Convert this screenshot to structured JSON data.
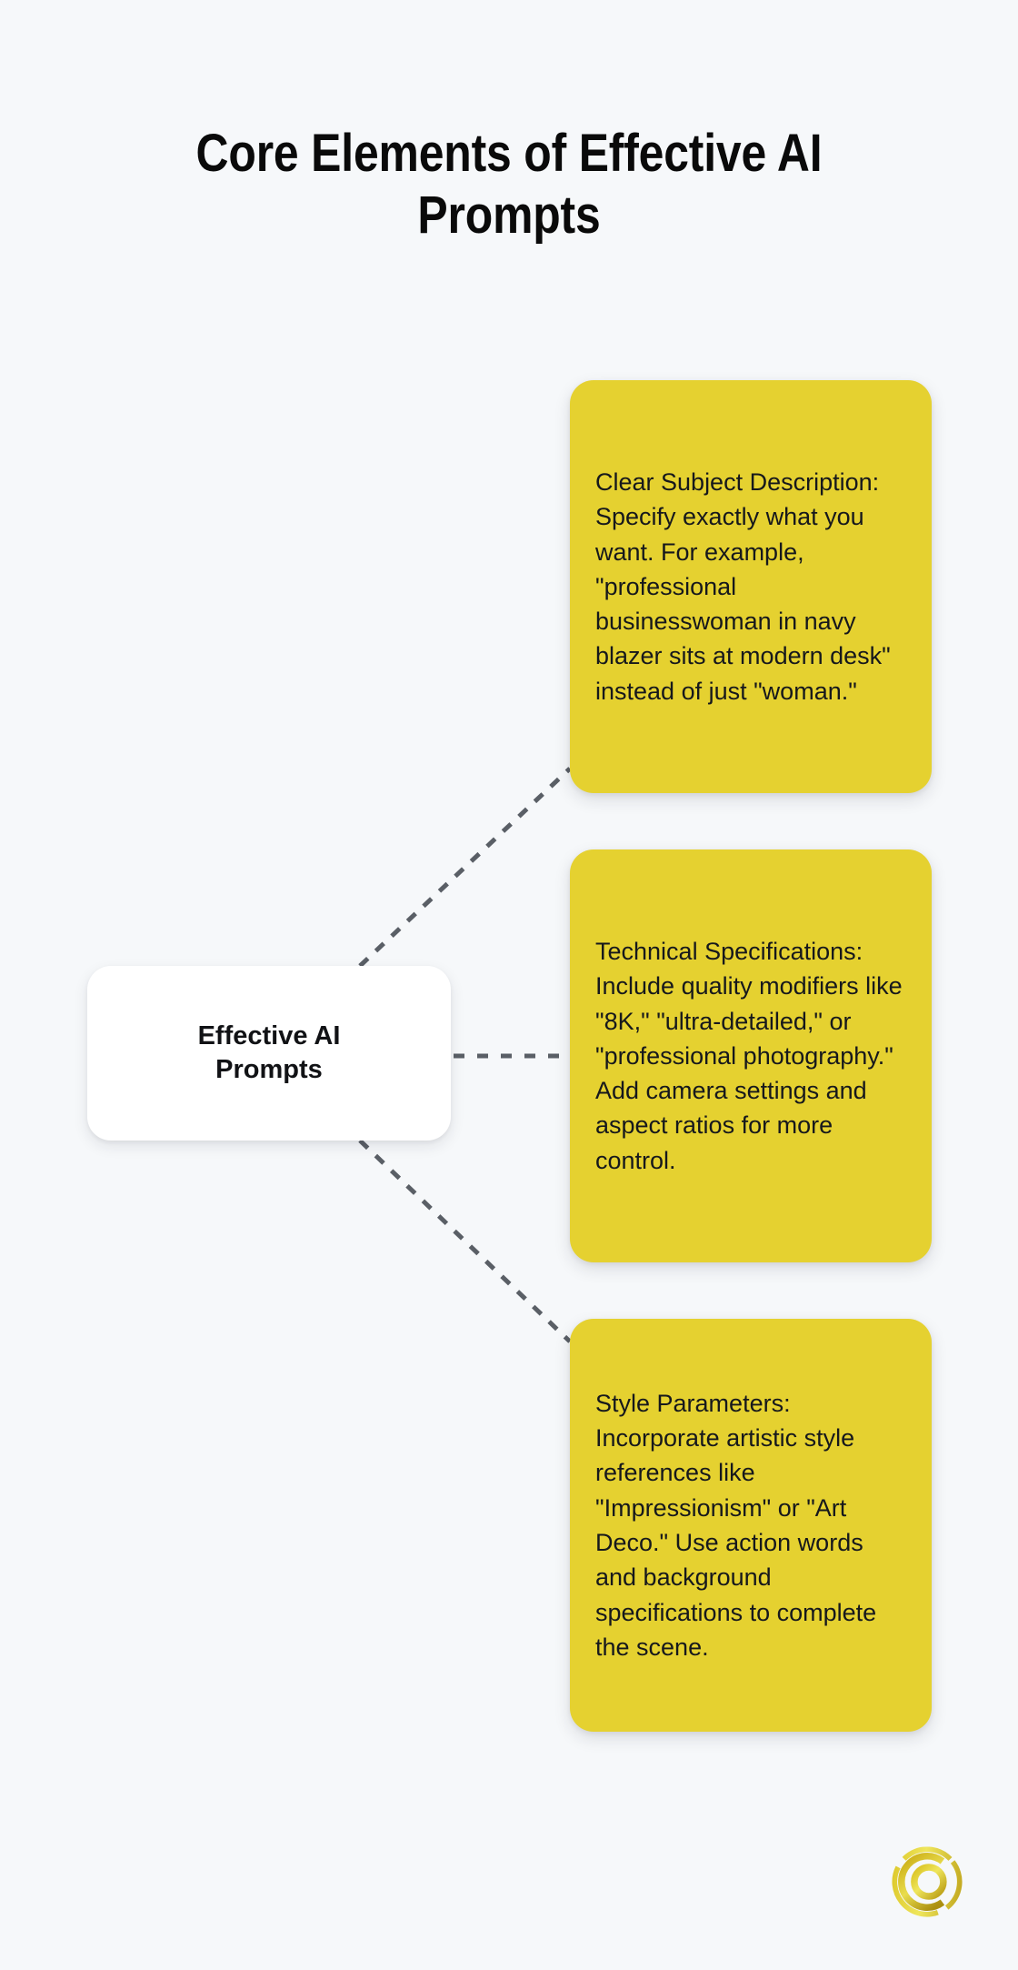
{
  "page": {
    "background_color": "#f6f8fa",
    "title": "Core Elements of Effective AI Prompts"
  },
  "mindmap": {
    "root": {
      "label": "Effective AI Prompts",
      "color": "#ffffff",
      "text_color": "#111215"
    },
    "branch_color": "#e5d130",
    "connector_color": "#5a5f66",
    "connector_style": "dashed",
    "branches": [
      {
        "id": "clear-subject-description",
        "text": "Clear Subject Description: Specify exactly what you want. For example, \"professional businesswoman in navy blazer sits at modern desk\" instead of just \"woman.\""
      },
      {
        "id": "technical-specifications",
        "text": "Technical Specifications: Include quality modifiers like \"8K,\" \"ultra-detailed,\" or \"professional photography.\" Add camera settings and aspect ratios for more control."
      },
      {
        "id": "style-parameters",
        "text": "Style Parameters: Incorporate artistic style references like \"Impressionism\" or \"Art Deco.\" Use action words and background specifications to complete the scene."
      }
    ]
  },
  "logo": {
    "name": "brand-logo-icon",
    "color": "#c8a81a",
    "highlight_color": "#e8dc4a"
  }
}
